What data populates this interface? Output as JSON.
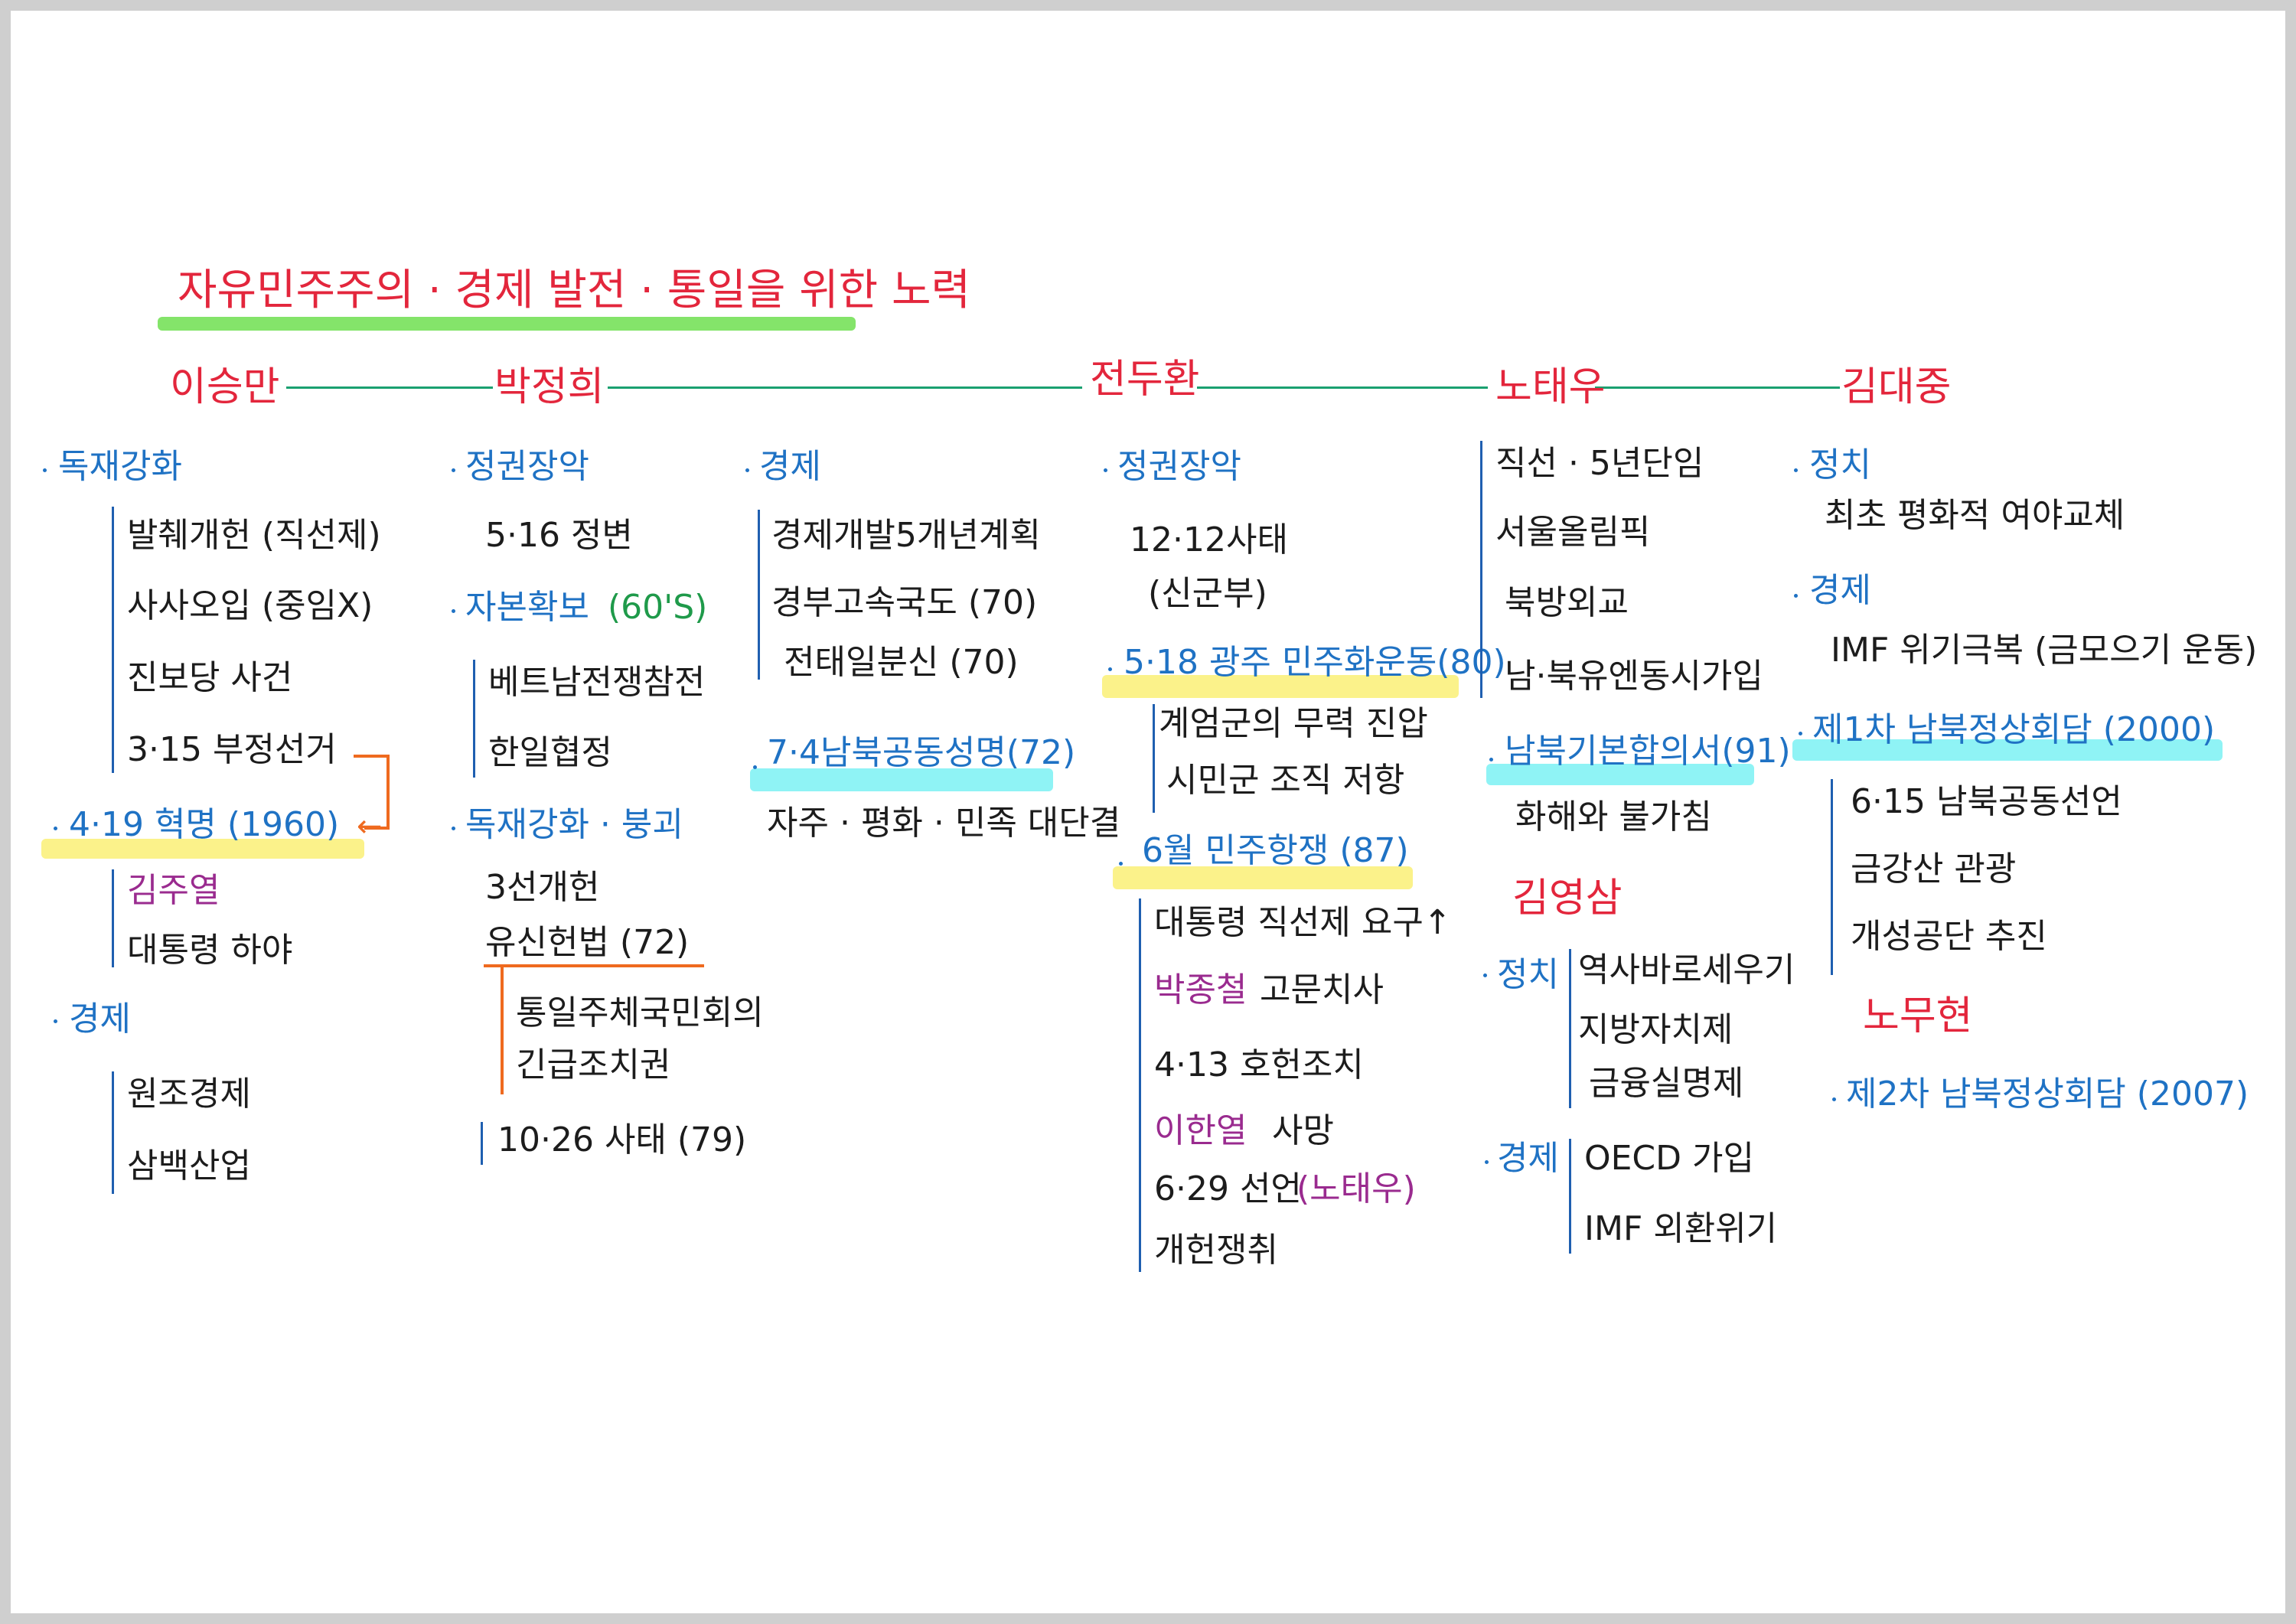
{
  "title": "자유민주주의 · 경제 발전 · 통일을 위한 노력",
  "presidents": {
    "lee_syngman": "이승만",
    "park_chunghee": "박정희",
    "chun_doohwan": "전두환",
    "roh_taewoo": "노태우",
    "kim_daejung": "김대중",
    "kim_youngsam": "김영삼",
    "roh_moohyun": "노무현"
  },
  "lee": {
    "h_dictatorship": "독재강화",
    "items": [
      "발췌개헌 (직선제)",
      "사사오입 (중임X)",
      "진보당 사건",
      "3·15 부정선거"
    ],
    "h_revolution": "4·19 혁명 (1960)",
    "kim_juyeol": "김주열",
    "resign": "대통령 하야",
    "h_economy": "경제",
    "econ_items": [
      "원조경제",
      "삼백산업"
    ]
  },
  "park": {
    "h_seize": "정권장악",
    "coup": "5·16 정변",
    "h_capital": "자본확보",
    "capital_tag": "(60'S)",
    "capital_items": [
      "베트남전쟁참전",
      "한일협정"
    ],
    "h_dict": "독재강화 · 붕괴",
    "dict_item1": "3선개헌",
    "dict_item2": "유신헌법 (72)",
    "yushin_items": [
      "통일주체국민회의",
      "긴급조치권"
    ],
    "oct26": "10·26 사태 (79)",
    "h_econ": "경제",
    "econ_items": [
      "경제개발5개년계획",
      "경부고속국도 (70)",
      "전태일분신 (70)"
    ],
    "h_joint": "7·4남북공동성명(72)",
    "joint_item": "자주 · 평화 · 민족 대단결"
  },
  "chun": {
    "h_seize": "정권장악",
    "dec12": "12·12사태",
    "newmil": "(신군부)",
    "h_gwangju": "5·18 광주 민주화운동(80)",
    "gwangju_items": [
      "계엄군의 무력 진압",
      "시민군 조직 저항"
    ],
    "h_june": "6월 민주항쟁 (87)",
    "direct_demand": "대통령 직선제 요구↑",
    "park_jongcheol": "박종철",
    "torture_death": "고문치사",
    "apr13": "4·13 호헌조치",
    "lee_hanyeol": "이한열",
    "death": "사망",
    "june29": "6·29 선언",
    "roh_tag": "(노태우)",
    "constitution": "개헌쟁취"
  },
  "roh": {
    "items": [
      "직선 · 5년단임",
      "서울올림픽",
      "북방외교",
      "남·북유엔동시가입"
    ],
    "h_basic": "남북기본합의서(91)",
    "reconcile": "화해와 불가침",
    "ys_politics": "정치",
    "ys_pol_items": [
      "역사바로세우기",
      "지방자치제",
      "금융실명제"
    ],
    "ys_economy": "경제",
    "ys_econ_items": [
      "OECD 가입",
      "IMF 외환위기"
    ]
  },
  "kimdj": {
    "h_politics": "정치",
    "pol_item": "최초 평화적 여야교체",
    "h_economy": "경제",
    "econ_item": "IMF 위기극복 (금모으기 운동)",
    "h_summit1": "제1차 남북정상회담 (2000)",
    "summit_items": [
      "6·15 남북공동선언",
      "금강산 관광",
      "개성공단 추진"
    ],
    "h_summit2": "제2차 남북정상회담 (2007)"
  }
}
